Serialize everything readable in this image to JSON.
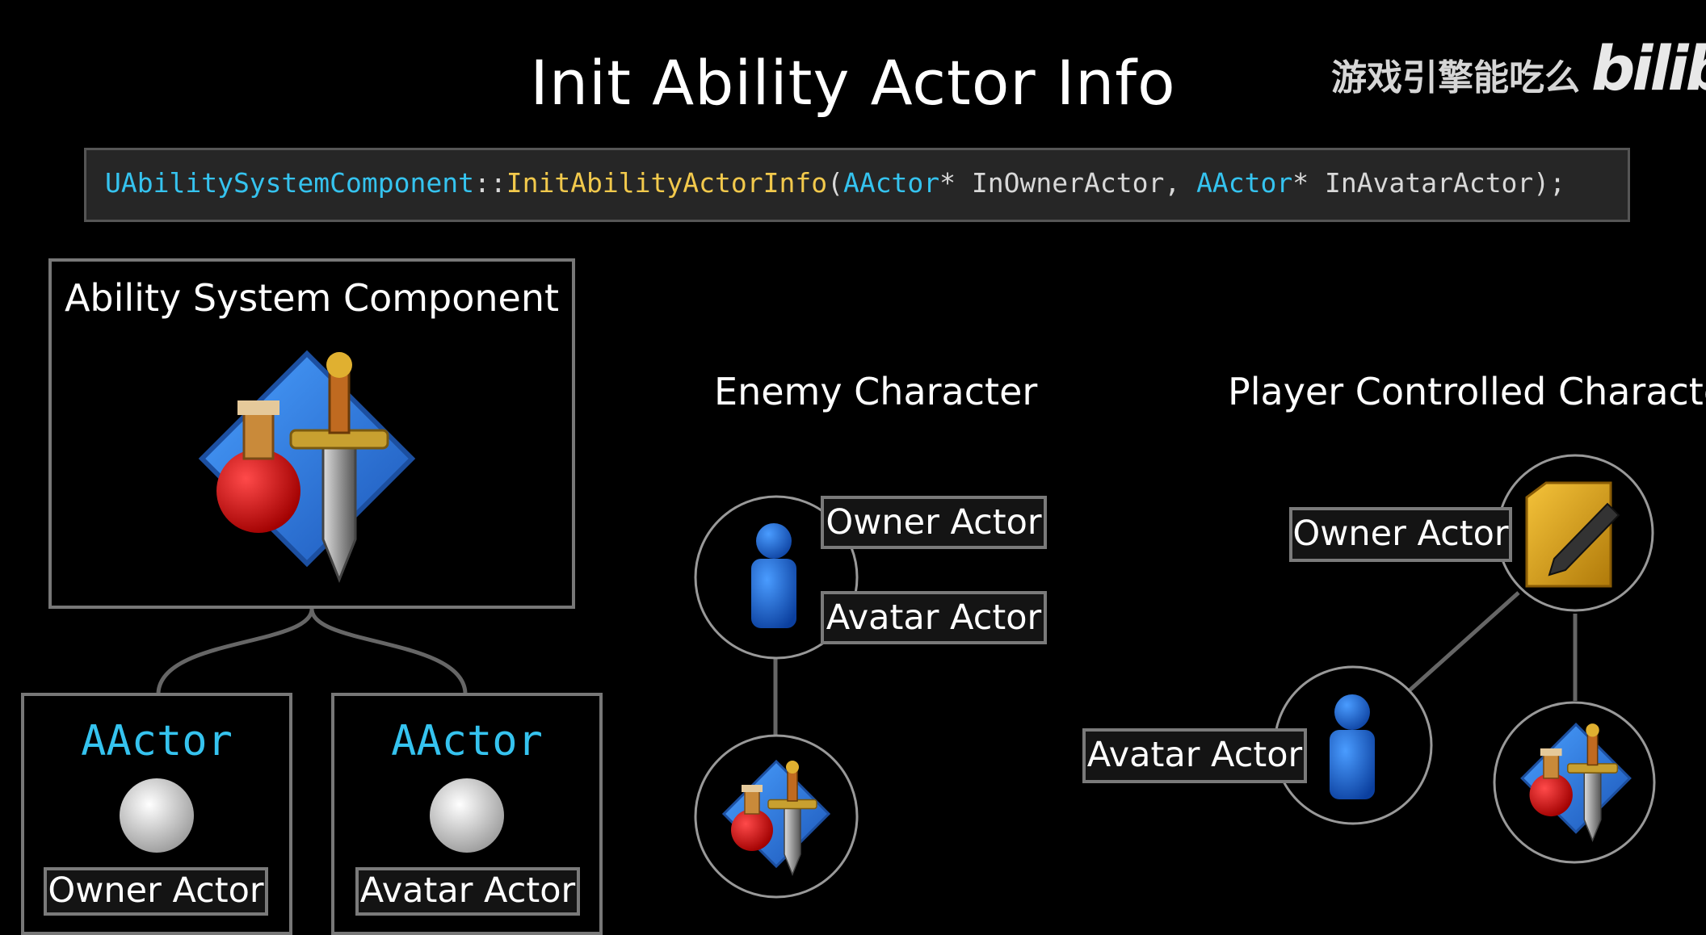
{
  "title": "Init Ability Actor Info",
  "watermark": {
    "channel": "游戏引擎能吃么",
    "logo": "bilibi"
  },
  "code": {
    "class_name": "UAbilitySystemComponent",
    "scope": "::",
    "function_name": "InitAbilityActorInfo",
    "open_paren": "(",
    "param1_type": "AActor",
    "param1_rest": "* InOwnerActor, ",
    "param2_type": "AActor",
    "param2_rest": "* InAvatarActor",
    "close": ");"
  },
  "asc_panel": {
    "title": "Ability System Component",
    "owner": {
      "type": "AActor",
      "label": "Owner Actor"
    },
    "avatar": {
      "type": "AActor",
      "label": "Avatar Actor"
    }
  },
  "enemy": {
    "heading": "Enemy Character",
    "owner_tag": "Owner Actor",
    "avatar_tag": "Avatar Actor"
  },
  "player": {
    "heading": "Player Controlled Character",
    "owner_tag": "Owner Actor",
    "avatar_tag": "Avatar Actor"
  },
  "colors": {
    "accent_type": "#35c3ef",
    "accent_function": "#f2c94c",
    "pawn_blue": "#1f6fd6",
    "potion_red": "#d01010",
    "diamond_blue": "#2f7fe0",
    "controller_gold": "#e0a51c"
  }
}
